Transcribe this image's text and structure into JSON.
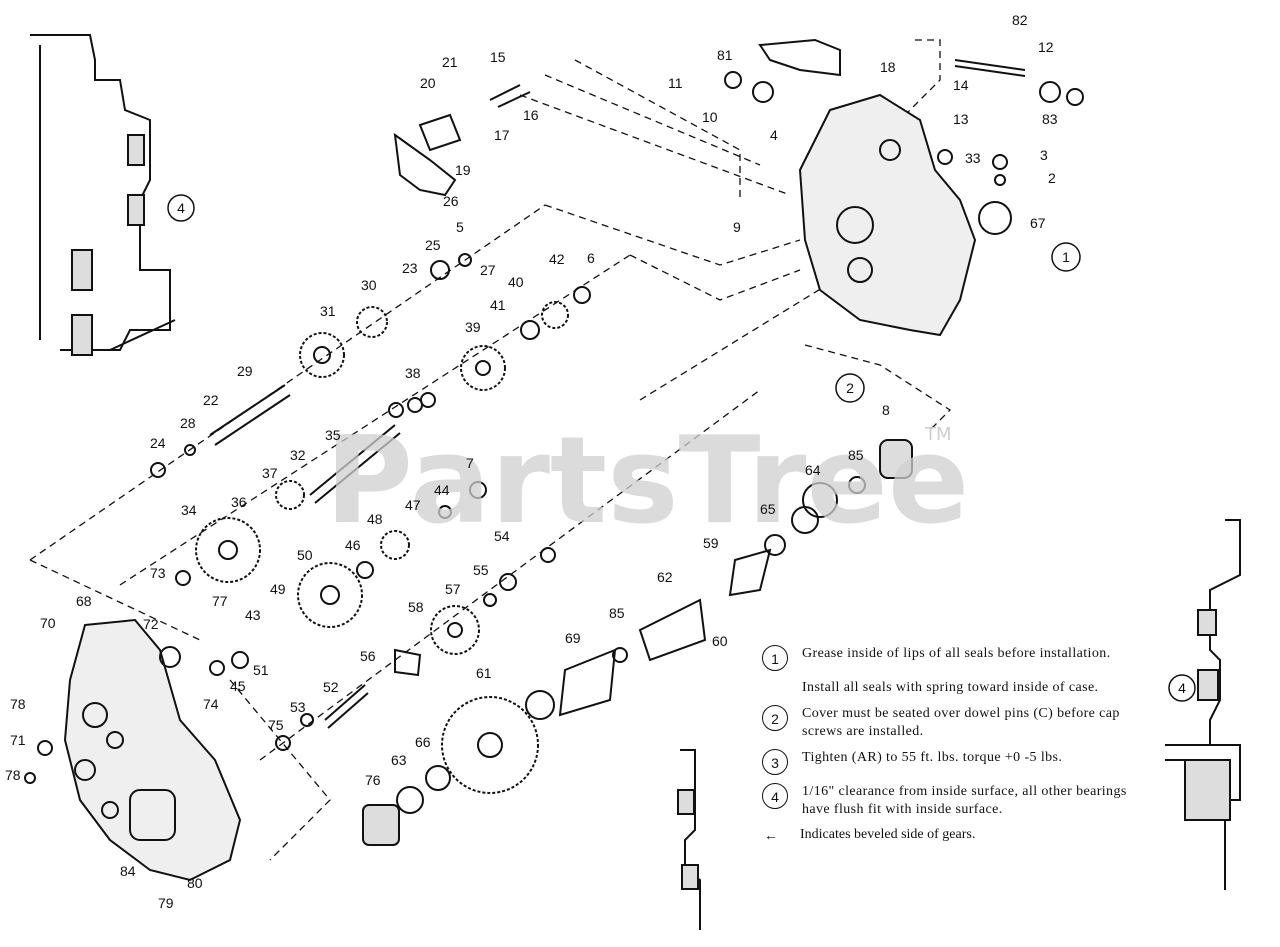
{
  "watermark": {
    "text": "PartsTree",
    "mark": "TM"
  },
  "diagram": {
    "callouts": [
      {
        "id": "c1",
        "number": "1"
      },
      {
        "id": "c2",
        "number": "2"
      },
      {
        "id": "c4a",
        "number": "4"
      },
      {
        "id": "c4b",
        "number": "4"
      }
    ],
    "parts": [
      "82",
      "81",
      "12",
      "11",
      "10",
      "18",
      "14",
      "13",
      "83",
      "4",
      "33",
      "3",
      "2",
      "9",
      "67",
      "21",
      "15",
      "20",
      "16",
      "17",
      "19",
      "26",
      "5",
      "25",
      "27",
      "23",
      "30",
      "42",
      "6",
      "40",
      "41",
      "31",
      "39",
      "29",
      "22",
      "38",
      "28",
      "24",
      "35",
      "32",
      "37",
      "8",
      "85",
      "64",
      "7",
      "44",
      "47",
      "34",
      "36",
      "48",
      "65",
      "59",
      "46",
      "54",
      "73",
      "50",
      "49",
      "55",
      "57",
      "62",
      "77",
      "68",
      "72",
      "43",
      "58",
      "70",
      "51",
      "56",
      "85",
      "60",
      "45",
      "69",
      "74",
      "52",
      "61",
      "78",
      "53",
      "75",
      "71",
      "66",
      "63",
      "76",
      "78",
      "84",
      "80",
      "79"
    ],
    "notes_circles": [
      "1",
      "2",
      "3",
      "4"
    ]
  },
  "notes": [
    {
      "number": "1",
      "text": "Grease inside of lips of all seals before installation.",
      "extra": "Install all seals with spring toward inside of case."
    },
    {
      "number": "2",
      "text": "Cover must be seated over dowel pins (C) before cap screws are installed."
    },
    {
      "number": "3",
      "text": "Tighten (AR) to 55 ft. lbs. torque +0 -5 lbs."
    },
    {
      "number": "4",
      "text": "1/16\" clearance from inside surface, all other bearings have flush fit with inside surface."
    }
  ],
  "legend": {
    "symbol": "←",
    "text": "Indicates beveled side of gears."
  }
}
